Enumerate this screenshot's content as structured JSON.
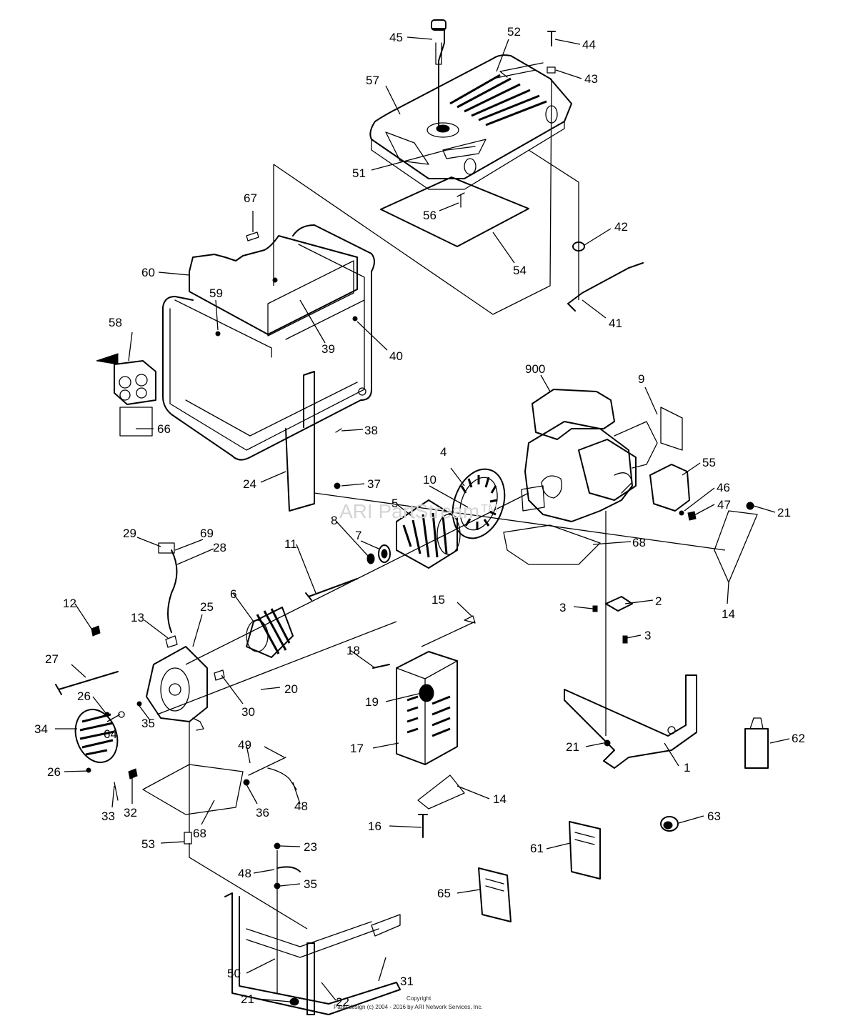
{
  "watermark": "ARI PartStream™",
  "copyright": {
    "line1": "Copyright",
    "line2": "Page design (c) 2004 - 2016 by ARI Network Services, Inc."
  },
  "callouts": {
    "c1": "1",
    "c2": "2",
    "c3a": "3",
    "c3b": "3",
    "c4": "4",
    "c5": "5",
    "c6": "6",
    "c7": "7",
    "c8": "8",
    "c9": "9",
    "c10": "10",
    "c11": "11",
    "c12": "12",
    "c13": "13",
    "c14a": "14",
    "c14b": "14",
    "c15": "15",
    "c16": "16",
    "c17": "17",
    "c18": "18",
    "c19": "19",
    "c20": "20",
    "c21a": "21",
    "c21b": "21",
    "c21c": "21",
    "c22": "22",
    "c23": "23",
    "c24": "24",
    "c25": "25",
    "c26a": "26",
    "c26b": "26",
    "c27": "27",
    "c28": "28",
    "c29": "29",
    "c30": "30",
    "c31": "31",
    "c32": "32",
    "c33": "33",
    "c34": "34",
    "c35a": "35",
    "c35b": "35",
    "c36": "36",
    "c37": "37",
    "c38": "38",
    "c39": "39",
    "c40": "40",
    "c41": "41",
    "c42": "42",
    "c43": "43",
    "c44": "44",
    "c45": "45",
    "c46": "46",
    "c47": "47",
    "c48a": "48",
    "c48b": "48",
    "c49": "49",
    "c50": "50",
    "c51": "51",
    "c52": "52",
    "c53": "53",
    "c54": "54",
    "c55": "55",
    "c56": "56",
    "c57": "57",
    "c58": "58",
    "c59": "59",
    "c60": "60",
    "c61": "61",
    "c62": "62",
    "c63": "63",
    "c64": "64",
    "c65": "65",
    "c66": "66",
    "c67": "67",
    "c68a": "68",
    "c68b": "68",
    "c69": "69",
    "c900": "900"
  }
}
